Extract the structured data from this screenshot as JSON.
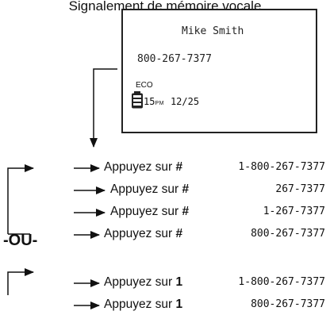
{
  "caption": "Signalement de mémoire vocale",
  "display": {
    "name": "Mike Smith",
    "number": "800-267-7377",
    "eco": "ECO",
    "time": "15",
    "pm": "PM",
    "date": "12/25"
  },
  "dial_options": [
    {
      "label": "Appuyez sur ",
      "key": "#",
      "value": "1-800-267-7377"
    },
    {
      "label": "Appuyez sur ",
      "key": "#",
      "value": "267-7377"
    },
    {
      "label": "Appuyez sur ",
      "key": "#",
      "value": "1-267-7377"
    },
    {
      "label": "Appuyez sur ",
      "key": "#",
      "value": "800-267-7377"
    }
  ],
  "separator": "-OU-",
  "dial_options_alt": [
    {
      "label": "Appuyez sur ",
      "key": "1",
      "value": "1-800-267-7377"
    },
    {
      "label": "Appuyez sur ",
      "key": "1",
      "value": "800-267-7377"
    }
  ]
}
